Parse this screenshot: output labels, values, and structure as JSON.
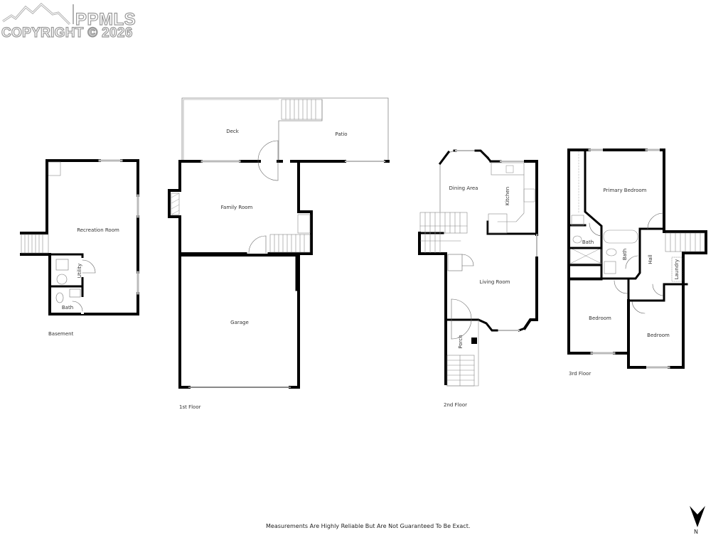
{
  "watermark": {
    "brand": "PPMLS",
    "copyright": "COPYRIGHT © 2026"
  },
  "floors": [
    {
      "name": "Basement",
      "rooms": [
        {
          "label": "Recreation Room"
        },
        {
          "label": "Utility"
        },
        {
          "label": "Bath"
        }
      ]
    },
    {
      "name": "1st Floor",
      "rooms": [
        {
          "label": "Deck"
        },
        {
          "label": "Patio"
        },
        {
          "label": "Family Room"
        },
        {
          "label": "Garage"
        }
      ]
    },
    {
      "name": "2nd Floor",
      "rooms": [
        {
          "label": "Dining Area"
        },
        {
          "label": "Kitchen"
        },
        {
          "label": "Living Room"
        },
        {
          "label": "Porch"
        }
      ]
    },
    {
      "name": "3rd Floor",
      "rooms": [
        {
          "label": "Primary Bedroom"
        },
        {
          "label": "Bath"
        },
        {
          "label": "Bath"
        },
        {
          "label": "Hall"
        },
        {
          "label": "Laundry"
        },
        {
          "label": "Bedroom"
        },
        {
          "label": "Bedroom"
        }
      ]
    }
  ],
  "footer": {
    "disclaimer": "Measurements Are Highly Reliable But Are Not Guaranteed To Be Exact."
  },
  "compass": {
    "label": "N"
  },
  "colors": {
    "wall": "#000000",
    "thin_line": "#888888",
    "window": "#cccccc",
    "watermark_stroke": "#999999"
  }
}
